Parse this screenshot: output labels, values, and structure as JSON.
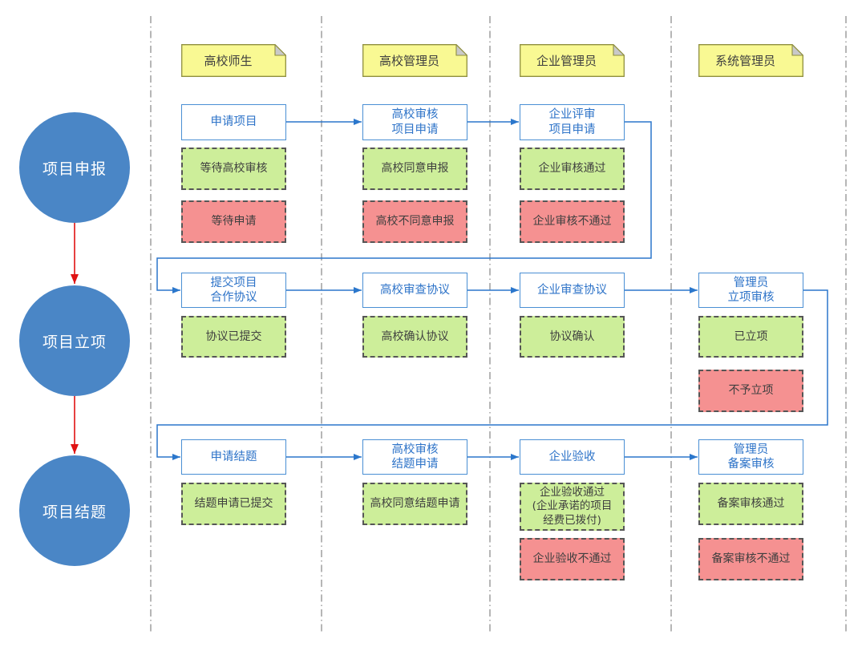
{
  "colors": {
    "process_border": "#4a8fd4",
    "process_text": "#2d73c8",
    "connector_blue": "#2b77cc",
    "phase_fill": "#4a86c6",
    "phase_arrow_red": "#e01212",
    "status_green": "#cdee9a",
    "status_red": "#f59191",
    "status_border": "#565656",
    "status_text": "#3f3f3f",
    "note_fill": "#f9f993",
    "note_border": "#8f8f3f",
    "note_fold": "#c9c9c9",
    "note_text": "#3f3f3f",
    "lane_line": "#8f8f8f"
  },
  "phases": [
    {
      "label": "项目申报"
    },
    {
      "label": "项目立项"
    },
    {
      "label": "项目结题"
    }
  ],
  "roles": [
    {
      "label": "高校师生"
    },
    {
      "label": "高校管理员"
    },
    {
      "label": "企业管理员"
    },
    {
      "label": "系统管理员"
    }
  ],
  "processes": {
    "apply_project": "申请项目",
    "univ_review_application": "高校审核\n项目申请",
    "company_review_application": "企业评审\n项目申请",
    "submit_agreement": "提交项目\n合作协议",
    "univ_review_agreement": "高校审查协议",
    "company_review_agreement": "企业审查协议",
    "admin_approval": "管理员\n立项审核",
    "apply_completion": "申请结题",
    "univ_review_completion": "高校审核\n结题申请",
    "company_acceptance": "企业验收",
    "admin_record_review": "管理员\n备案审核"
  },
  "statuses": {
    "wait_univ_review": "等待高校审核",
    "wait_apply": "等待申请",
    "univ_agree": "高校同意申报",
    "univ_disagree": "高校不同意申报",
    "company_pass": "企业审核通过",
    "company_fail": "企业审核不通过",
    "agreement_submitted": "协议已提交",
    "univ_confirm_agreement": "高校确认协议",
    "agreement_confirmed": "协议确认",
    "approved": "已立项",
    "not_approved": "不予立项",
    "completion_submitted": "结题申请已提交",
    "univ_agree_completion": "高校同意结题申请",
    "acceptance_pass": "企业验收通过\n(企业承诺的项目\n经费已拨付)",
    "acceptance_fail": "企业验收不通过",
    "record_pass": "备案审核通过",
    "record_fail": "备案审核不通过"
  }
}
